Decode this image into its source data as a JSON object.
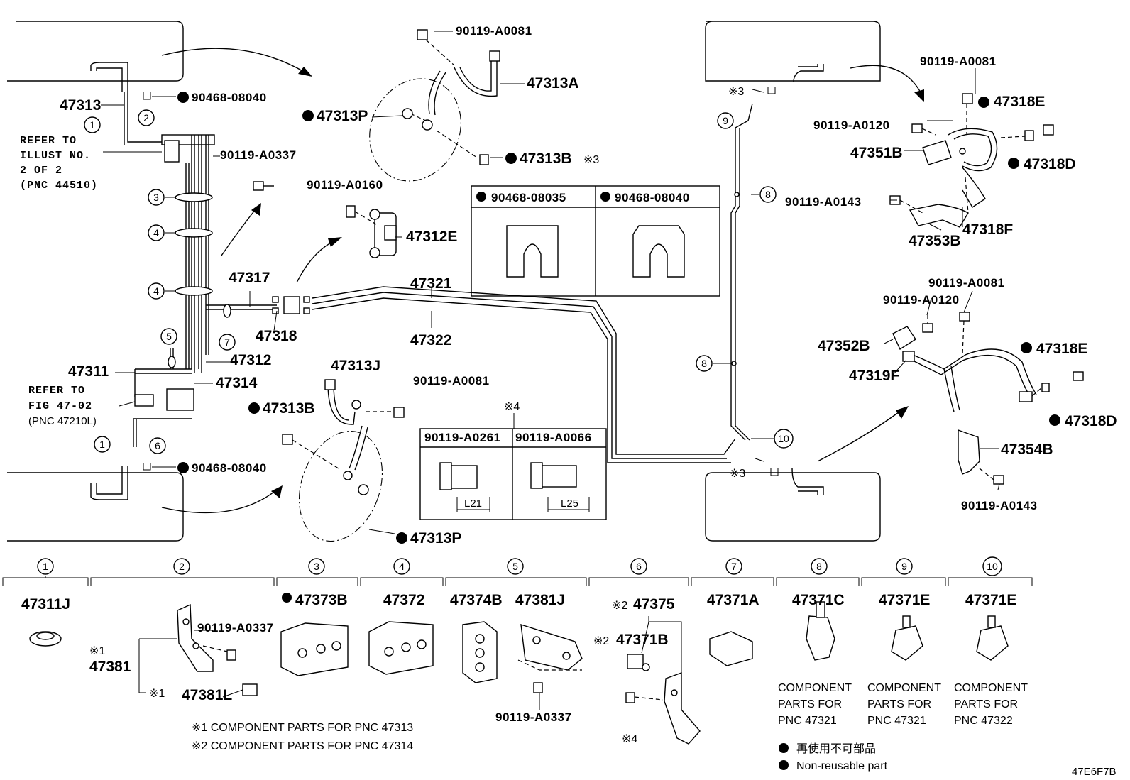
{
  "diagram_id": "47E6F7B",
  "top_labels": {
    "p47313": "47313",
    "p90468_08040_top": "90468-08040",
    "p90119_A0337": "90119-A0337",
    "refer_illust": [
      "REFER TO",
      "ILLUST NO.",
      "2 OF 2",
      "(PNC 44510)"
    ],
    "p47317": "47317",
    "p47318": "47318",
    "p47312": "47312",
    "p47311": "47311",
    "p47314": "47314",
    "refer_fig": [
      "REFER TO",
      "FIG 47-02",
      "(PNC 47210L)"
    ],
    "p90468_08040_bot": "90468-08040",
    "p47321": "47321",
    "p47322": "47322"
  },
  "front_upper": {
    "p90119_A0081": "90119-A0081",
    "p47313A": "47313A",
    "p47313P": "47313P",
    "p47313B": "47313B",
    "note3": "※3",
    "p90119_A0160": "90119-A0160",
    "p47312E": "47312E"
  },
  "clip_table": {
    "left": "90468-08035",
    "right": "90468-08040"
  },
  "front_lower": {
    "p47313J": "47313J",
    "p90119_A0081": "90119-A0081",
    "p47313B": "47313B",
    "p47313P": "47313P",
    "note4": "※4"
  },
  "bolt_table": {
    "left": "90119-A0261",
    "right": "90119-A0066",
    "left_len": "L21",
    "right_len": "L25"
  },
  "rear_upper": {
    "note3": "※3",
    "p90119_A0081": "90119-A0081",
    "p47318E": "47318E",
    "p90119_A0120": "90119-A0120",
    "p47351B": "47351B",
    "p47318D": "47318D",
    "p90119_A0143": "90119-A0143",
    "p47318F": "47318F",
    "p47353B": "47353B"
  },
  "rear_lower": {
    "p90119_A0081": "90119-A0081",
    "p90119_A0120": "90119-A0120",
    "p47352B": "47352B",
    "p47318E": "47318E",
    "p47319F": "47319F",
    "p47318D": "47318D",
    "p47354B": "47354B",
    "p90119_A0143": "90119-A0143",
    "note3": "※3"
  },
  "circle_nums": [
    "1",
    "2",
    "3",
    "4",
    "5",
    "6",
    "7",
    "8",
    "9",
    "10"
  ],
  "bottom_parts": {
    "c1": "47311J",
    "c2_note1a": "※1",
    "c2_47381": "47381",
    "c2_note1b": "※1",
    "c2_90119_A0337": "90119-A0337",
    "c2_47381L": "47381L",
    "c3": "47373B",
    "c4": "47372",
    "c5a": "47374B",
    "c5b": "47381J",
    "c5_bolt": "90119-A0337",
    "c6_note2a": "※2",
    "c6_47375": "47375",
    "c6_note2b": "※2",
    "c6_47371B": "47371B",
    "c6_note4": "※4",
    "c7": "47371A",
    "c8": "47371C",
    "c9": "47371E",
    "c10": "47371E",
    "comp_label": [
      "COMPONENT",
      "PARTS FOR"
    ],
    "c8_pnc": "PNC 47321",
    "c9_pnc": "PNC 47321",
    "c10_pnc": "PNC 47322"
  },
  "footnotes": {
    "n1": "※1 COMPONENT PARTS FOR PNC 47313",
    "n2": "※2 COMPONENT PARTS FOR PNC 47314"
  },
  "legend": {
    "jp": "再使用不可部品",
    "en": "Non-reusable part"
  }
}
